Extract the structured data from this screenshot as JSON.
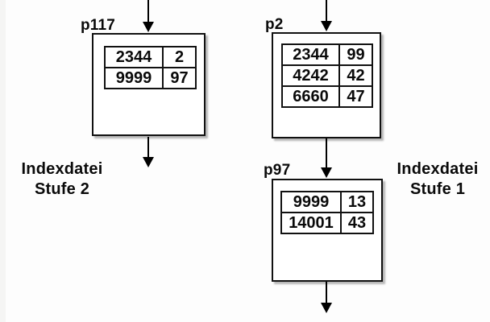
{
  "nodes": [
    {
      "id": "p117",
      "label": "p117",
      "entries": [
        {
          "key": "2344",
          "ptr": "2"
        },
        {
          "key": "9999",
          "ptr": "97"
        }
      ]
    },
    {
      "id": "p2",
      "label": "p2",
      "entries": [
        {
          "key": "2344",
          "ptr": "99"
        },
        {
          "key": "4242",
          "ptr": "42"
        },
        {
          "key": "6660",
          "ptr": "47"
        }
      ]
    },
    {
      "id": "p97",
      "label": "p97",
      "entries": [
        {
          "key": "9999",
          "ptr": "13"
        },
        {
          "key": "14001",
          "ptr": "43"
        }
      ]
    }
  ],
  "captions": {
    "stufe2": {
      "line1": "Indexdatei",
      "line2": "Stufe 2"
    },
    "stufe1": {
      "line1": "Indexdatei",
      "line2": "Stufe 1"
    }
  },
  "colors": {
    "line": "#000000",
    "border": "#111111",
    "box_background": "#ffffff",
    "page_background": "#fdfdfd",
    "page_edge": "#f5f5f4",
    "text": "#0a0a0a"
  }
}
